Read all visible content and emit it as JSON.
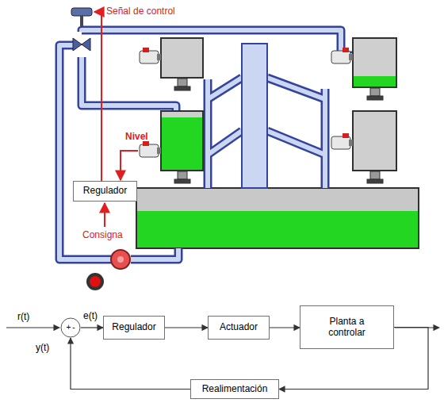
{
  "diagram": {
    "nodes": [
      {
        "text": [
          "Regulador"
        ]
      },
      {
        "text": [
          "+",
          "-"
        ]
      },
      {
        "text": [
          "Regulador"
        ]
      },
      {
        "text": [
          "Actuador"
        ]
      },
      {
        "text": [
          "Planta a controlar"
        ]
      },
      {
        "text": [
          "Realimentación"
        ]
      }
    ],
    "edges": [
      {
        "from": 1,
        "to": 2,
        "arrow": "to",
        "label": "e(t)"
      },
      {
        "from": 2,
        "to": 3,
        "arrow": "to"
      },
      {
        "from": 3,
        "to": 4,
        "arrow": "to"
      },
      {
        "from": 4,
        "to": 5,
        "arrow": "to"
      },
      {
        "from": 5,
        "to": 1,
        "arrow": "to",
        "label": "y(t)"
      }
    ],
    "labels": [
      "Señal de control",
      "Nivel",
      "Consigna",
      "r(t)"
    ]
  }
}
